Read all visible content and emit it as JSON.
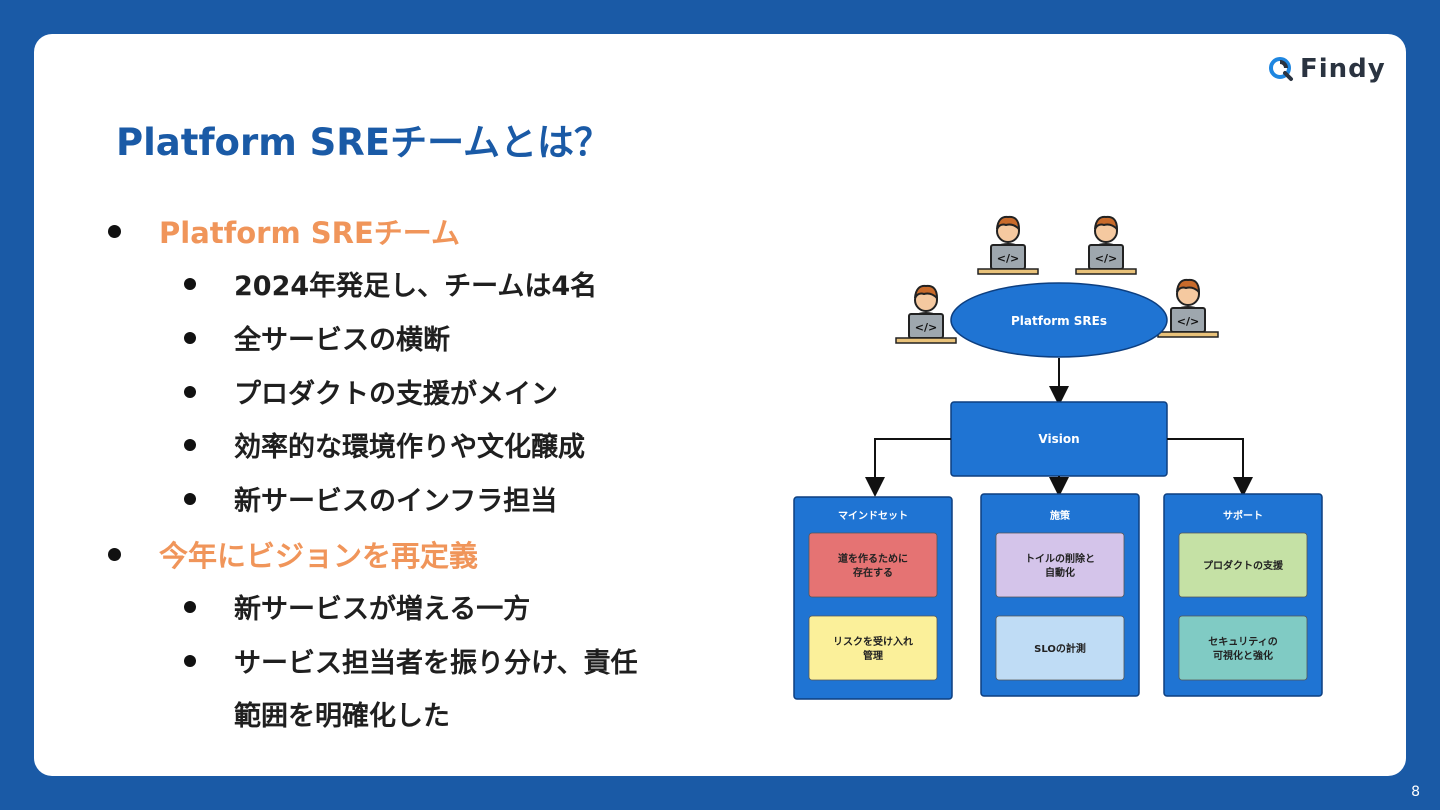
{
  "logo": {
    "text": "Findy"
  },
  "title": "Platform SREチームとは？",
  "bullets": [
    {
      "label": "Platform SREチーム",
      "children": [
        "2024年発足し、チームは4名",
        "全サービスの横断",
        "プロダクトの支援がメイン",
        "効率的な環境作りや文化醸成",
        "新サービスのインフラ担当"
      ]
    },
    {
      "label": "今年にビジョンを再定義",
      "children": [
        "新サービスが増える一方",
        "サービス担当者を振り分け、責任",
        "範囲を明確化した"
      ]
    }
  ],
  "diagram": {
    "root": "Platform SREs",
    "vision": "Vision",
    "columns": [
      {
        "title": "マインドセット",
        "items": [
          {
            "line1": "道を作るために",
            "line2": "存在する",
            "color": "#e57373"
          },
          {
            "line1": "リスクを受け入れ",
            "line2": "管理",
            "color": "#fbf09a"
          }
        ]
      },
      {
        "title": "施策",
        "items": [
          {
            "line1": "トイルの削除と",
            "line2": "自動化",
            "color": "#d4c4ea"
          },
          {
            "line1": "SLOの計測",
            "line2": "",
            "color": "#bfdcf5"
          }
        ]
      },
      {
        "title": "サポート",
        "items": [
          {
            "line1": "プロダクトの支援",
            "line2": "",
            "color": "#c5e1a5"
          },
          {
            "line1": "セキュリティの",
            "line2": "可視化と強化",
            "color": "#80cbc4"
          }
        ]
      }
    ]
  },
  "page_number": "8",
  "colors": {
    "background": "#1a5aa6",
    "title": "#1a5aa6",
    "accent": "#f0955a",
    "diagram_blue": "#1f74d3"
  }
}
